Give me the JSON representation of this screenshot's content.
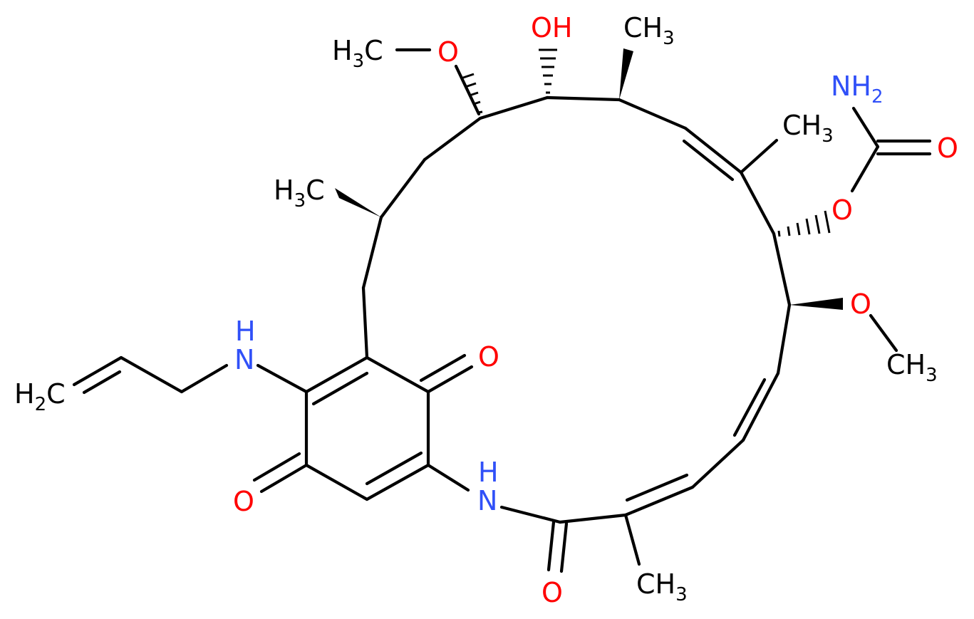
{
  "molecule": {
    "colors": {
      "bond": "#000000",
      "C": "#000000",
      "O": "#ff0000",
      "N": "#3050f8"
    },
    "atom_labels": {
      "methoxy_top_ch3": [
        "H",
        "3",
        "C"
      ],
      "methoxy_top_o": [
        "O"
      ],
      "hydroxyl": [
        "OH"
      ],
      "methyl_top": [
        "CH",
        "3"
      ],
      "methyl_vinyl": [
        "CH",
        "3"
      ],
      "carbamate_nh2": [
        "NH",
        "2"
      ],
      "carbamate_carbonyl_o": [
        "O"
      ],
      "carbamate_ester_o": [
        "O"
      ],
      "methyl_left": [
        "H",
        "3",
        "C"
      ],
      "methoxy_right_o": [
        "O"
      ],
      "methoxy_right_ch3": [
        "CH",
        "3"
      ],
      "allyl_nh": [
        "H",
        "N"
      ],
      "allyl_ch2": [
        "H",
        "2",
        "C"
      ],
      "quinone_o_upper": [
        "O"
      ],
      "quinone_o_lower": [
        "O"
      ],
      "amide_nh": [
        "H",
        "N"
      ],
      "amide_o": [
        "O"
      ],
      "methyl_bottom": [
        "CH",
        "3"
      ]
    }
  }
}
